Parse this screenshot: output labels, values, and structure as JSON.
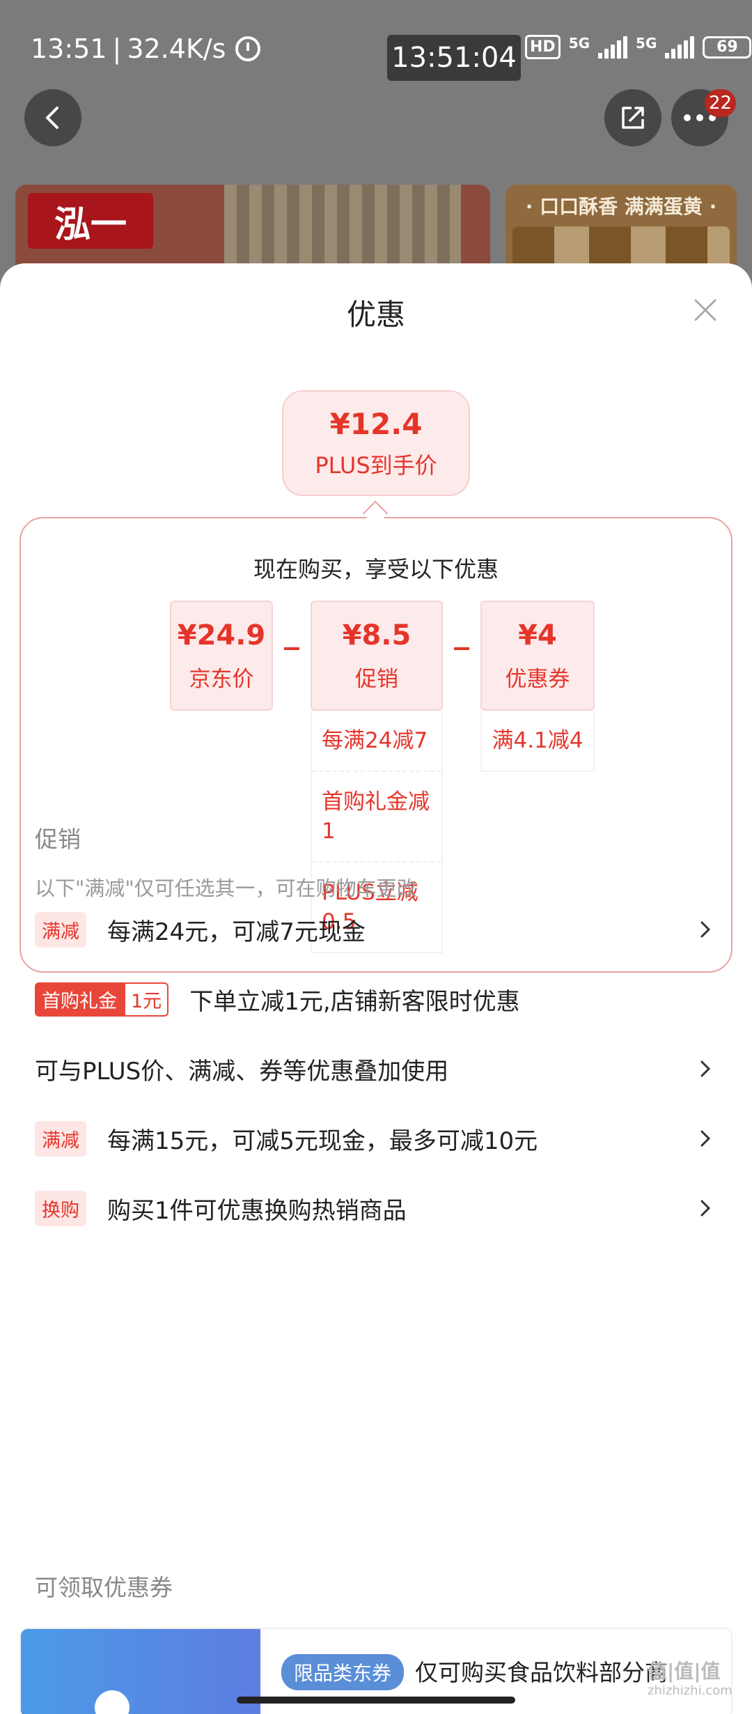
{
  "status_bar": {
    "time": "13:51",
    "net_speed": "32.4K/s",
    "clock_overlay": "13:51:04",
    "hd_label": "HD",
    "net_label_1": "5G",
    "net_label_2": "5G",
    "battery": "69"
  },
  "header": {
    "more_badge": "22"
  },
  "background": {
    "brand_logo_text": "泓一",
    "banner_slogan": "· 口口酥香 满满蛋黄 ·"
  },
  "sheet": {
    "title": "优惠",
    "final_price": "¥12.4",
    "final_label": "PLUS到手价",
    "breakdown_title": "现在购买，享受以下优惠",
    "jd_price": {
      "value": "¥24.9",
      "label": "京东价"
    },
    "promo": {
      "value": "¥8.5",
      "label": "促销",
      "items": [
        "每满24减7",
        "首购礼金减1",
        "PLUS立减0.5"
      ]
    },
    "coupon": {
      "value": "¥4",
      "label": "优惠券",
      "items": [
        "满4.1减4"
      ]
    }
  },
  "promotions": {
    "title": "促销",
    "hint": "以下\"满减\"仅可任选其一，可在购物车更改",
    "rows": [
      {
        "tag": "满减",
        "text": "每满24元，可减7元现金"
      },
      {
        "tag": "首购礼金",
        "tag2": "1元",
        "text": "下单立减1元,店铺新客限时优惠"
      },
      {
        "text": "可与PLUS价、满减、券等优惠叠加使用"
      },
      {
        "tag": "满减",
        "text": "每满15元，可减5元现金，最多可减10元"
      },
      {
        "tag": "换购",
        "text": "购买1件可优惠换购热销商品"
      }
    ]
  },
  "coupons": {
    "title": "可领取优惠券",
    "card": {
      "tag": "限品类东券",
      "desc": "仅可购买食品饮料部分商"
    }
  },
  "watermark": {
    "main": "值|值|值",
    "sub": "zhizhizhi.com"
  },
  "colors": {
    "accent": "#e5352b",
    "tag_bg": "#fde6e4",
    "coupon_blue": "#4b9be6"
  }
}
